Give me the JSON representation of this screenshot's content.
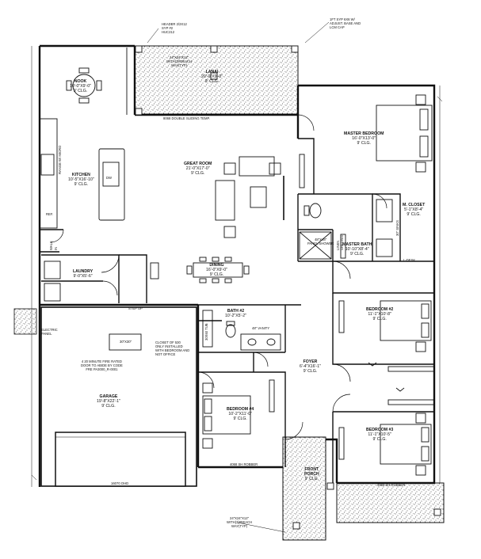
{
  "rooms": {
    "nook": {
      "name": "NOOK",
      "dims": "10'-0\"X9'-0\"",
      "ceiling": "9' CLG."
    },
    "lanai": {
      "name": "LANAI",
      "dims": "20'-0\"X9'-0\"",
      "ceiling": "9' CLG."
    },
    "kitchen": {
      "name": "KITCHEN",
      "dims": "10'-5\"X16'-10\"",
      "ceiling": "9' CLG."
    },
    "great_room": {
      "name": "GREAT ROOM",
      "dims": "21'-0\"X17'-0\"",
      "ceiling": "9' CLG."
    },
    "master_bed": {
      "name": "MASTER BEDROOM",
      "dims": "16'-0\"X13'-0\"",
      "ceiling": "9' CLG."
    },
    "m_closet": {
      "name": "M. CLOSET",
      "dims": "5'-1\"X8'-4\"",
      "ceiling": "9' CLG."
    },
    "master_bath": {
      "name": "MASTER BATH",
      "dims": "10'-10\"X8'-4\"",
      "ceiling": "9' CLG."
    },
    "dining": {
      "name": "DINING",
      "dims": "16'-0\"X9'-0\"",
      "ceiling": "9' CLG."
    },
    "laundry": {
      "name": "LAUNDRY",
      "dims": "9'-0\"X5'-6\"",
      "ceiling": ""
    },
    "bath2": {
      "name": "BATH #2",
      "dims": "10'-2\"X5'-2\"",
      "ceiling": ""
    },
    "bedroom2": {
      "name": "BEDROOM #2",
      "dims": "11'-1\"X10'-8\"",
      "ceiling": "9' CLG."
    },
    "foyer": {
      "name": "FOYER",
      "dims": "6'-4\"X16'-1\"",
      "ceiling": "9' CLG."
    },
    "garage": {
      "name": "GARAGE",
      "dims": "19'-8\"X22'-1\"",
      "ceiling": "9' CLG."
    },
    "bedroom4": {
      "name": "BEDROOM #4",
      "dims": "10'-2\"X11'-0\"",
      "ceiling": "9' CLG."
    },
    "bedroom3": {
      "name": "BEDROOM #3",
      "dims": "11'-1\"X10'-5\"",
      "ceiling": "9' CLG."
    },
    "front_porch": {
      "name": "FRONT",
      "name2": "PORCH",
      "ceiling": "9' CLG."
    }
  },
  "notes": {
    "header": [
      "HEADER 2/2X12",
      "SYP    #2",
      "HUC212"
    ],
    "post_base": [
      "1FT SYP 6X6 W/",
      "ADJUST. BASE AND",
      "LCM CAP"
    ],
    "footing_lanai": [
      "24\"X24\"X12\"",
      "WITH(3)#5EACH",
      "WAY(TYP)"
    ],
    "slider": "8068 DOUBLE SLIDING TEMP.",
    "step_up": "STEP UP",
    "fire_door": [
      "4 20 MINUTE FIRE RATED",
      "DOOR TO ABIDE BY CODE",
      "FRE PA3000_R-0001"
    ],
    "closet_note": [
      "CLOSET OF 530",
      "ONLY INSTALLED",
      "WITH BEDROOM AND",
      "NOT OFFICE"
    ],
    "electric_panel": [
      "ELECTRIC",
      "PANEL"
    ],
    "attic": "30\"X30\"",
    "garage_door": "16070 OHD",
    "shower": [
      "48\"X48\"",
      "PANEL SHOWER"
    ],
    "linen": [
      "LINEN",
      "SHELVES"
    ],
    "pantry": [
      "WALK",
      "IN"
    ],
    "l_desk": "L-DESK",
    "bath_vanity": "48\" VANITY",
    "footing_porch": [
      "24\"X24\"X12\"",
      "WITH(3)#5EACH",
      "WAY(TYP)"
    ],
    "b4_header": "4068 SH ROBBER",
    "b3_header": "4068 SH ROBBER",
    "ref": "REF.",
    "range": "RANGE W/ MICRO",
    "dw": "DW",
    "tub_note": "30X60 TUB",
    "sinks": [
      "30\" SINKS"
    ]
  },
  "colors": {
    "line": "#111111",
    "hatch": "#555555",
    "stipple": "#222222"
  }
}
